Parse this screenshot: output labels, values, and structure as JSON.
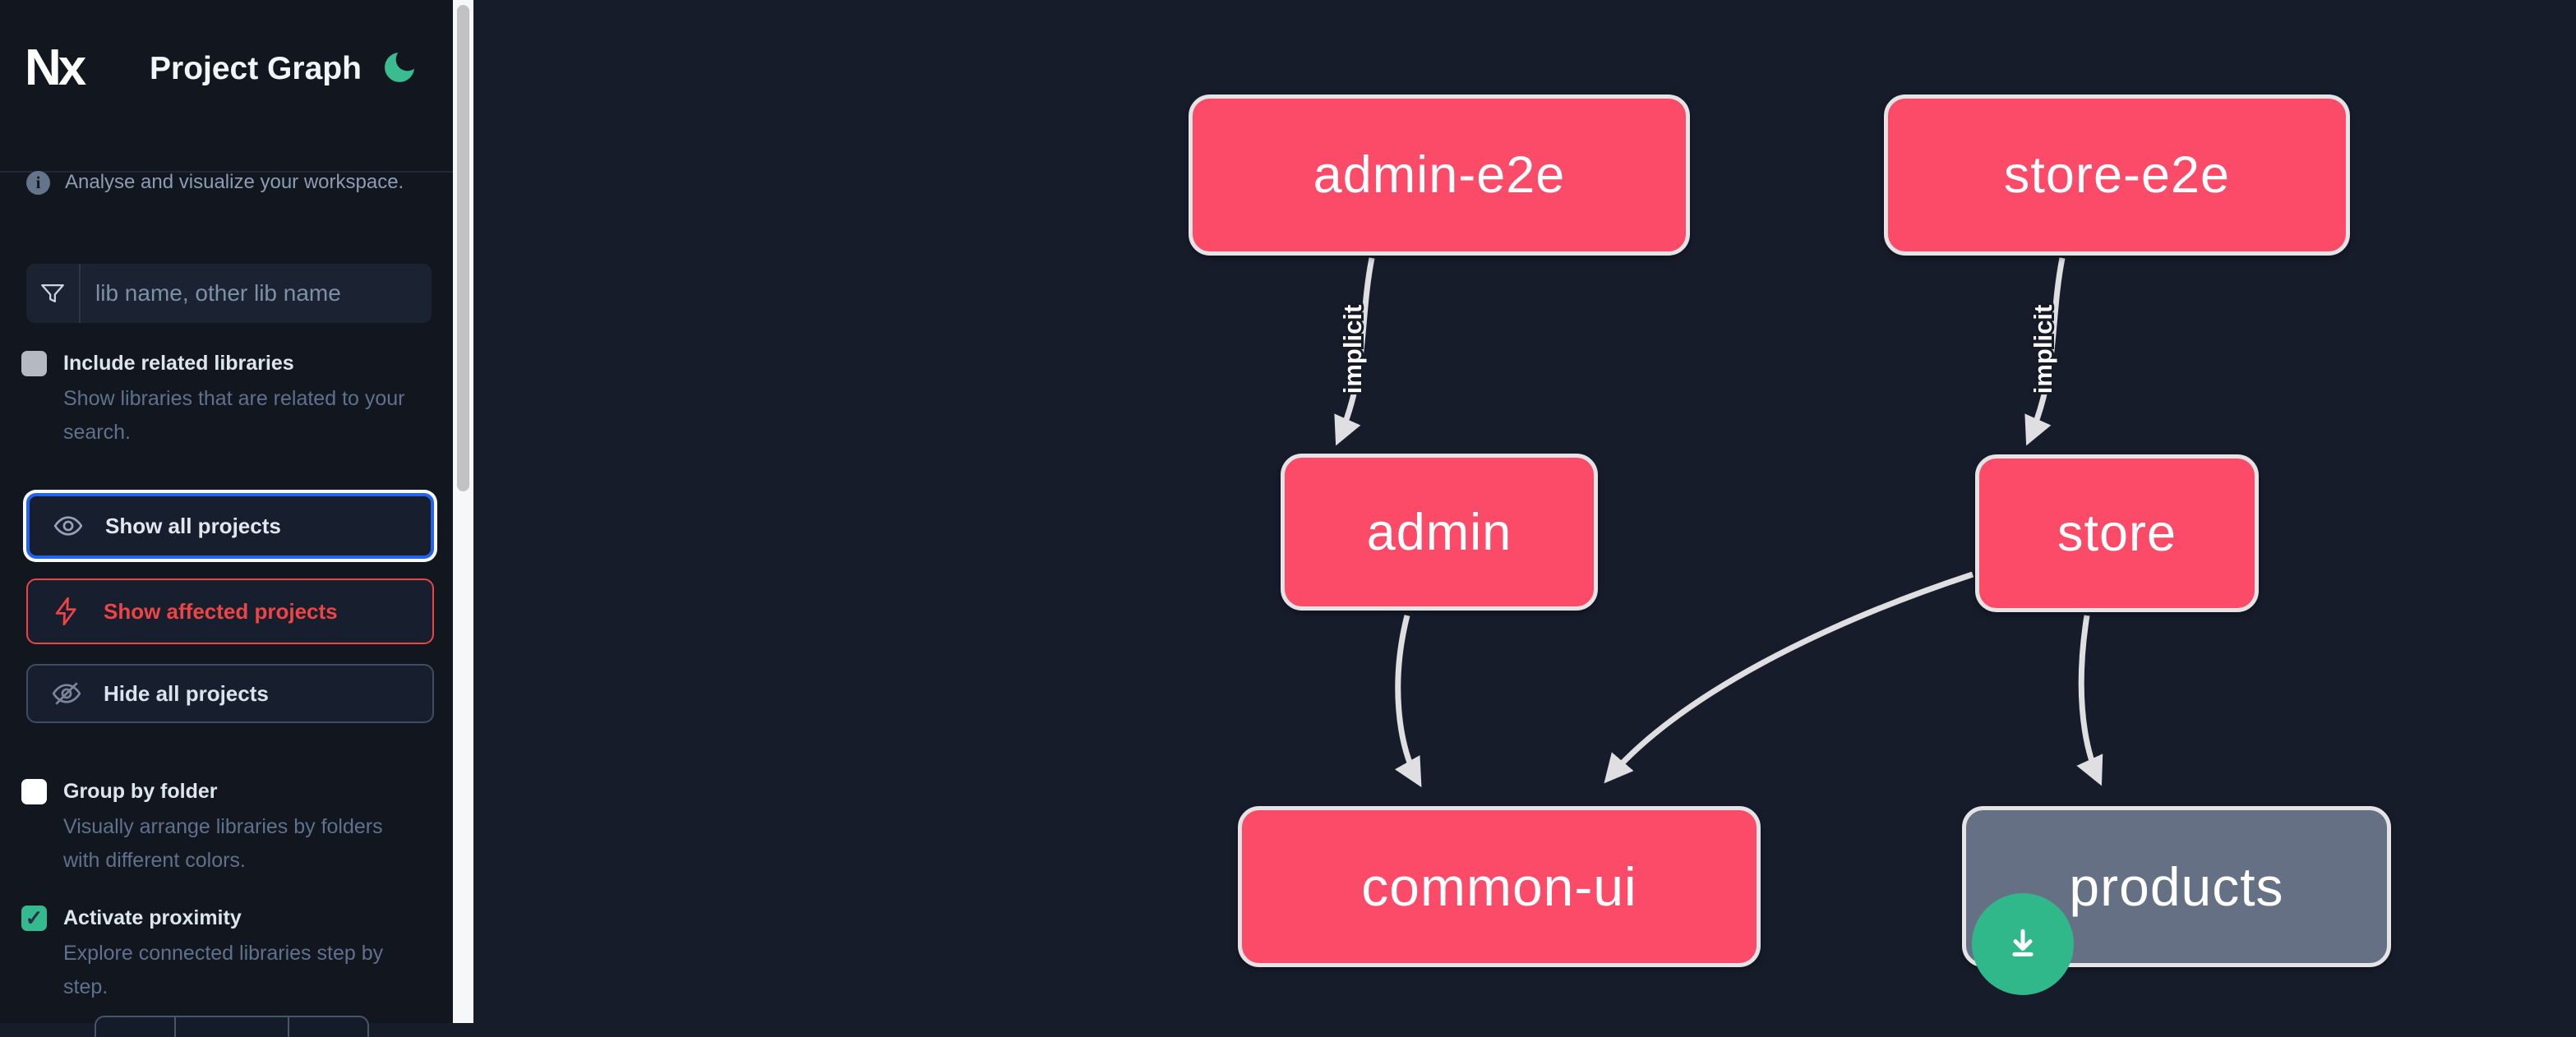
{
  "header": {
    "logo_text": "Nx",
    "title": "Project Graph",
    "theme_toggle_icon": "moon-icon"
  },
  "sidebar": {
    "tagline": "Analyse and visualize your workspace.",
    "search": {
      "icon": "filter-icon",
      "placeholder": "lib name, other lib name",
      "value": ""
    },
    "options": [
      {
        "id": "include-related-libraries",
        "label": "Include related libraries",
        "description": "Show libraries that are related to your search.",
        "checked": false
      },
      {
        "id": "group-by-folder",
        "label": "Group by folder",
        "description": "Visually arrange libraries by folders with different colors.",
        "checked": false
      },
      {
        "id": "activate-proximity",
        "label": "Activate proximity",
        "description": "Explore connected libraries step by step.",
        "checked": true
      }
    ],
    "check_glyph": "✓",
    "actions": [
      {
        "id": "show-all-projects",
        "label": "Show all projects",
        "icon": "eye-icon",
        "state": "focused",
        "accent": "#2563eb"
      },
      {
        "id": "show-affected-projects",
        "label": "Show affected projects",
        "icon": "bolt-icon",
        "state": "normal",
        "accent": "#ef4444"
      },
      {
        "id": "hide-all-projects",
        "label": "Hide all projects",
        "icon": "eye-slash-icon",
        "state": "normal",
        "accent": "#3f4c63"
      }
    ]
  },
  "graph": {
    "nodes": [
      {
        "id": "admin-e2e",
        "label": "admin-e2e",
        "color": "#fb4b69"
      },
      {
        "id": "store-e2e",
        "label": "store-e2e",
        "color": "#fb4b69"
      },
      {
        "id": "admin",
        "label": "admin",
        "color": "#fb4b69"
      },
      {
        "id": "store",
        "label": "store",
        "color": "#fb4b69"
      },
      {
        "id": "common-ui",
        "label": "common-ui",
        "color": "#fb4b69"
      },
      {
        "id": "products",
        "label": "products",
        "color": "#667084"
      }
    ],
    "edges": [
      {
        "source": "admin-e2e",
        "target": "admin",
        "label": "implicit"
      },
      {
        "source": "store-e2e",
        "target": "store",
        "label": "implicit"
      },
      {
        "source": "admin",
        "target": "common-ui",
        "label": ""
      },
      {
        "source": "store",
        "target": "common-ui",
        "label": ""
      },
      {
        "source": "store",
        "target": "products",
        "label": ""
      }
    ]
  },
  "fab": {
    "icon": "download-icon",
    "color": "#30b88a"
  },
  "colors": {
    "sidebar_bg": "#11161f",
    "canvas_bg": "#161c2a",
    "node_pink": "#fb4b69",
    "node_gray": "#667084",
    "node_border": "#e4e4e6",
    "edge": "#dfdfe2",
    "accent_green": "#30b88a",
    "accent_blue": "#2563eb",
    "accent_red": "#ef4444"
  }
}
